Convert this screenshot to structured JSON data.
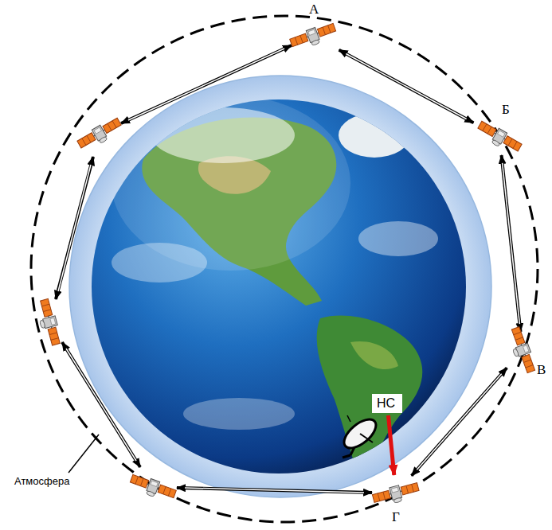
{
  "diagram": {
    "nodes": [
      {
        "text": [
          "А"
        ]
      },
      {
        "text": [
          "Б"
        ]
      },
      {
        "text": [
          "В"
        ]
      },
      {
        "text": [
          "Г"
        ]
      },
      {
        "text": [
          "НС"
        ]
      }
    ],
    "edges": [
      {
        "from": 0,
        "to": 1,
        "arrow": "both"
      },
      {
        "from": 1,
        "to": 2,
        "arrow": "both"
      },
      {
        "from": 2,
        "to": 3,
        "arrow": "both"
      },
      {
        "from": 4,
        "to": 3,
        "arrow": "to"
      }
    ],
    "labels": [
      "Атмосфера"
    ]
  }
}
